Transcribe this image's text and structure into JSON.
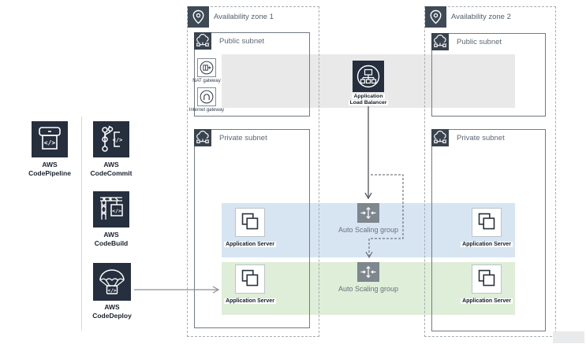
{
  "cicd": {
    "pipeline": {
      "line1": "AWS",
      "line2": "CodePipeline"
    },
    "commit": {
      "line1": "AWS",
      "line2": "CodeCommit"
    },
    "build": {
      "line1": "AWS",
      "line2": "CodeBuild"
    },
    "deploy": {
      "line1": "AWS",
      "line2": "CodeDeploy"
    }
  },
  "zones": [
    {
      "title": "Availability zone 1",
      "public_subnet": "Public subnet",
      "private_subnet": "Private subnet",
      "nat_gateway": "NAT gateway",
      "internet_gateway": "Internet gateway",
      "servers": [
        "Application Server",
        "Application Server"
      ]
    },
    {
      "title": "Availability zone 2",
      "public_subnet": "Public subnet",
      "private_subnet": "Private subnet",
      "servers": [
        "Application Server",
        "Application Server"
      ]
    }
  ],
  "load_balancer": {
    "line1": "Application",
    "line2": "Load Balancer"
  },
  "auto_scaling_groups": [
    "Auto Scaling group",
    "Auto Scaling group"
  ],
  "colors": {
    "service_icon_bg": "#252f3e",
    "zone_icon_bg": "#3e4a56",
    "subnet_icon_bg": "#39434e",
    "asg_icon_bg": "#7e868e",
    "band_gray": "#e9e9e9",
    "band_blue": "#d7e5f3",
    "band_green": "#deeed8"
  }
}
